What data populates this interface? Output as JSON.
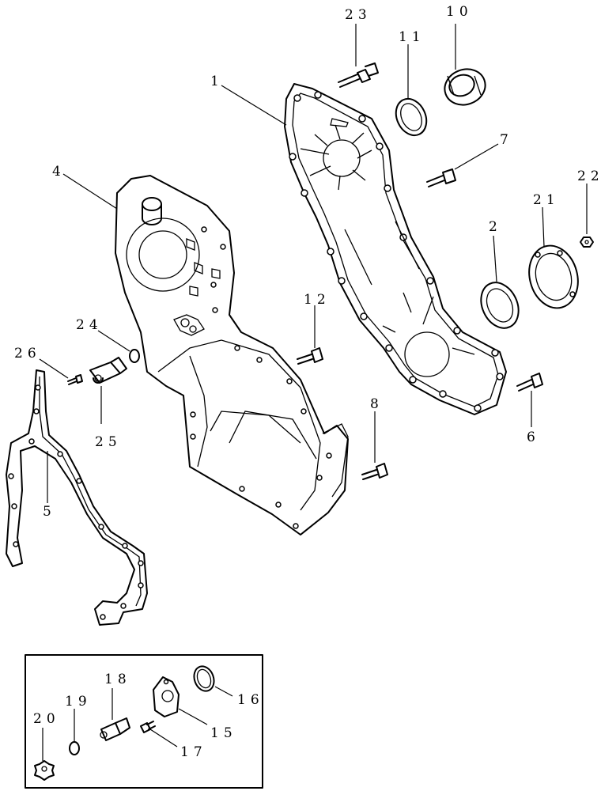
{
  "callouts": [
    {
      "id": "c1",
      "label": "1"
    },
    {
      "id": "c2",
      "label": "2"
    },
    {
      "id": "c4",
      "label": "4"
    },
    {
      "id": "c5",
      "label": "5"
    },
    {
      "id": "c6",
      "label": "6"
    },
    {
      "id": "c7",
      "label": "7"
    },
    {
      "id": "c8",
      "label": "8"
    },
    {
      "id": "c10",
      "label": "10"
    },
    {
      "id": "c11",
      "label": "11"
    },
    {
      "id": "c12",
      "label": "12"
    },
    {
      "id": "c15",
      "label": "15"
    },
    {
      "id": "c16",
      "label": "16"
    },
    {
      "id": "c17",
      "label": "17"
    },
    {
      "id": "c18",
      "label": "18"
    },
    {
      "id": "c19",
      "label": "19"
    },
    {
      "id": "c20",
      "label": "20"
    },
    {
      "id": "c21",
      "label": "21"
    },
    {
      "id": "c22",
      "label": "22"
    },
    {
      "id": "c23",
      "label": "23"
    },
    {
      "id": "c24",
      "label": "24"
    },
    {
      "id": "c25",
      "label": "25"
    },
    {
      "id": "c26",
      "label": "26"
    }
  ]
}
